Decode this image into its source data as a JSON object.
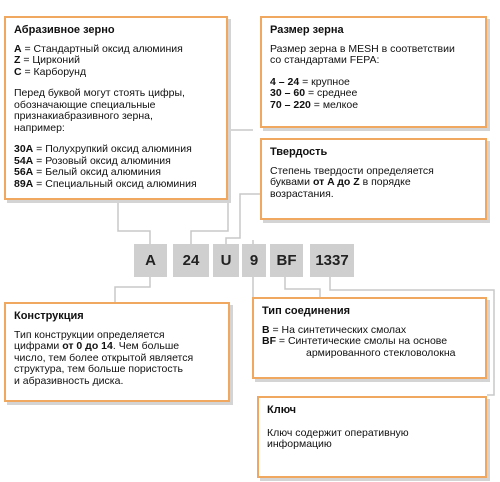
{
  "abrasive": {
    "title": "Абразивное зерно",
    "types": [
      {
        "key": "A",
        "text": " = Стандартный оксид алюминия"
      },
      {
        "key": "Z",
        "text": " =  Цирконий"
      },
      {
        "key": "C",
        "text": " = Карборунд"
      }
    ],
    "note_lines": [
      "Перед  буквой  могут  стоять  цифры,",
      "обозначающие  специальные",
      "признакиабразивного зерна,",
      "например:"
    ],
    "examples": [
      {
        "key": "30A",
        "text": " = Полухрупкий оксид алюминия"
      },
      {
        "key": "54A",
        "text": " = Розовый оксид алюминия"
      },
      {
        "key": "56A",
        "text": " = Белый оксид алюминия"
      },
      {
        "key": "89A",
        "text": " = Специальный оксид алюминия"
      }
    ]
  },
  "grain_size": {
    "title": "Размер зерна",
    "desc_lines": [
      "Размер зерна в MESH в соответствии",
      " со стандартами FEPA:"
    ],
    "ranges": [
      {
        "key": "4 – 24",
        "text": " = крупное"
      },
      {
        "key": "30 – 60",
        "text": " = среднее"
      },
      {
        "key": "70 – 220",
        "text": " = мелкое"
      }
    ]
  },
  "hardness": {
    "title": "Твердость",
    "line1": "Степень  твердости  определяется",
    "line2_a": "буквами ",
    "line2_b": "от A до Z",
    "line2_c": " в порядке",
    "line3": "возрастания."
  },
  "code_cells": [
    "A",
    "24",
    "U",
    "9",
    "BF",
    "1337"
  ],
  "construction": {
    "title": "Конструкция",
    "line1": "Тип конструкции определяется",
    "line2_a": "цифрами ",
    "line2_b": "от 0 до 14",
    "line2_c": ". Чем больше",
    "line3": "число, тем более открытой является",
    "line4": "структура, тем больше пористость",
    "line5": "и абразивность диска."
  },
  "bond": {
    "title": "Тип соединения",
    "items": [
      {
        "key": "B",
        "text": " = На синтетических смолах"
      },
      {
        "key": "BF",
        "text": " = Синтетические смолы на основе"
      }
    ],
    "cont": "армированного стекловолокна"
  },
  "key_box": {
    "title": "Ключ",
    "lines": [
      "Ключ содержит оперативную",
      "информацию"
    ]
  },
  "colors": {
    "border": "#f0a860",
    "code_bg": "#cfcfcf",
    "connector": "#c8c8c8",
    "shadow": "#d4d4d4"
  }
}
